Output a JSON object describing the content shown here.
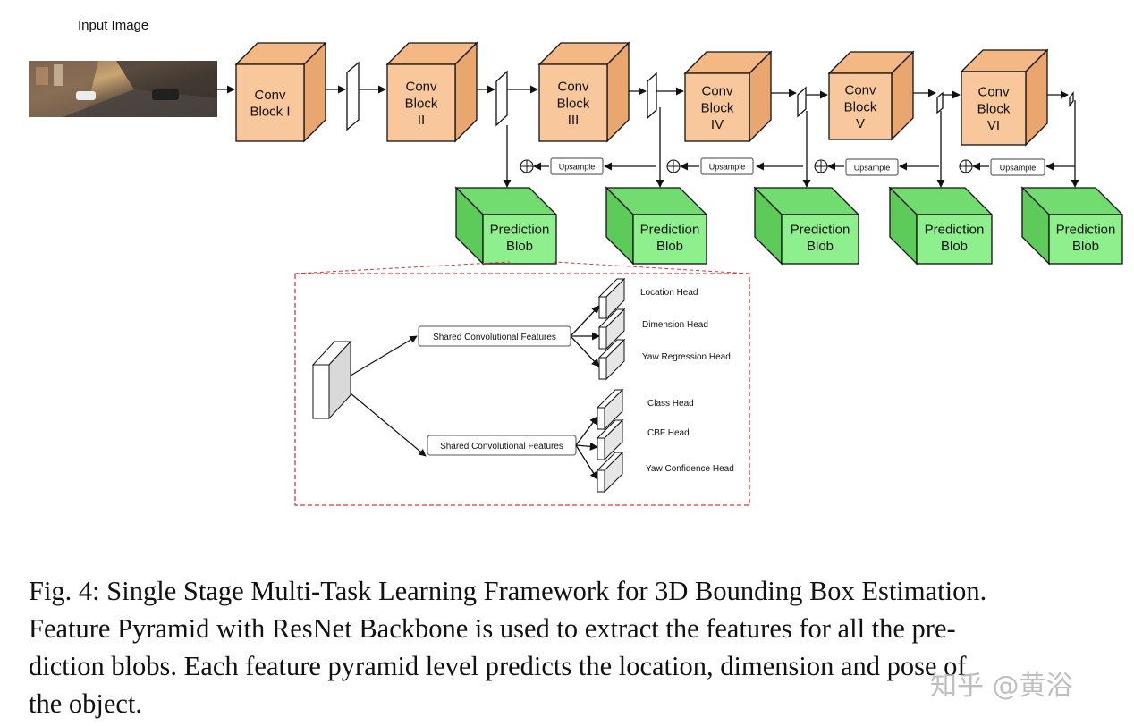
{
  "input_label": "Input Image",
  "conv_blocks": [
    {
      "lines": [
        "Conv",
        "Block I"
      ]
    },
    {
      "lines": [
        "Conv",
        "Block",
        "II"
      ]
    },
    {
      "lines": [
        "Conv",
        "Block",
        "III"
      ]
    },
    {
      "lines": [
        "Conv",
        "Block",
        "IV"
      ]
    },
    {
      "lines": [
        "Conv",
        "Block",
        "V"
      ]
    },
    {
      "lines": [
        "Conv",
        "Block",
        "VI"
      ]
    }
  ],
  "upsample_label": "Upsample",
  "prediction_label": [
    "Prediction",
    "Blob"
  ],
  "shared_features_label": "Shared Convolutional Features",
  "heads_top": [
    "Location Head",
    "Dimension Head",
    "Yaw Regression Head"
  ],
  "heads_bottom": [
    "Class Head",
    "CBF  Head",
    "Yaw Confidence Head"
  ],
  "caption": [
    "Fig. 4: Single Stage Multi-Task Learning Framework for 3D Bounding Box Estimation.",
    "Feature Pyramid with ResNet Backbone is used to extract the features for all the pre-",
    "diction blobs. Each feature pyramid level predicts the location, dimension and pose of",
    "the object."
  ],
  "watermark": "知乎 @黄浴",
  "colors": {
    "conv_fill": "#f8c89c",
    "conv_top": "#f3b883",
    "conv_side": "#e9a66e",
    "pred_fill": "#8ef08c",
    "pred_top": "#72dc70",
    "pred_side": "#5ccb5a",
    "dashed_border": "#d23a3a"
  }
}
